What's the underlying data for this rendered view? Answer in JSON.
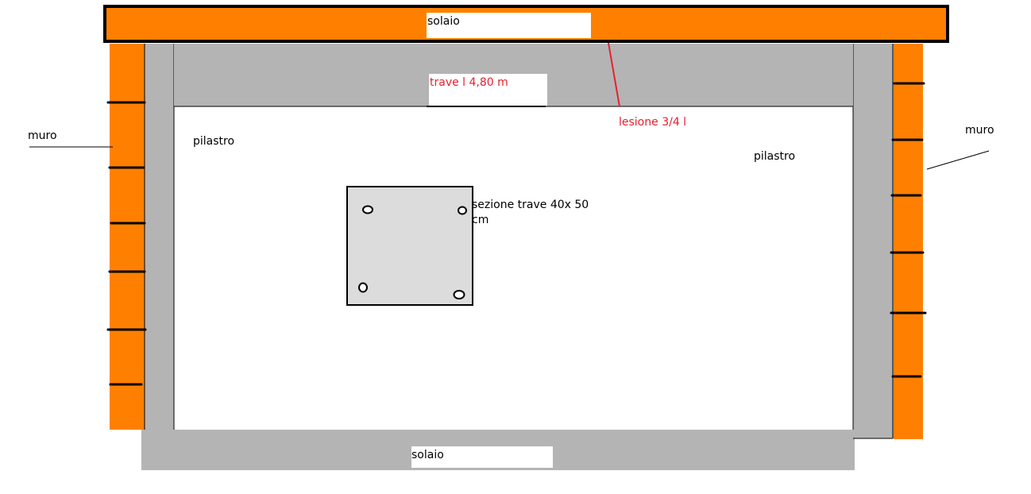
{
  "colors": {
    "orange": "#ff8000",
    "gray": "#b4b4b4",
    "light_gray": "#dcdcdc",
    "crack_red": "#e8202e",
    "line": "#000000"
  },
  "labels": {
    "solaio_top": "solaio",
    "trave": "trave l 4,80 m",
    "lesione": "lesione 3/4 l",
    "muro_left": "muro",
    "muro_right": "muro",
    "pilastro_left": "pilastro",
    "pilastro_right": "pilastro",
    "sezione_line1": "sezione trave 40x 50",
    "sezione_line2": "cm",
    "solaio_bottom": "solaio"
  },
  "left_wall_ticks_y": [
    129,
    211,
    281,
    342,
    415,
    484
  ],
  "right_wall_ticks_y": [
    105,
    176,
    246,
    318,
    394,
    474
  ]
}
